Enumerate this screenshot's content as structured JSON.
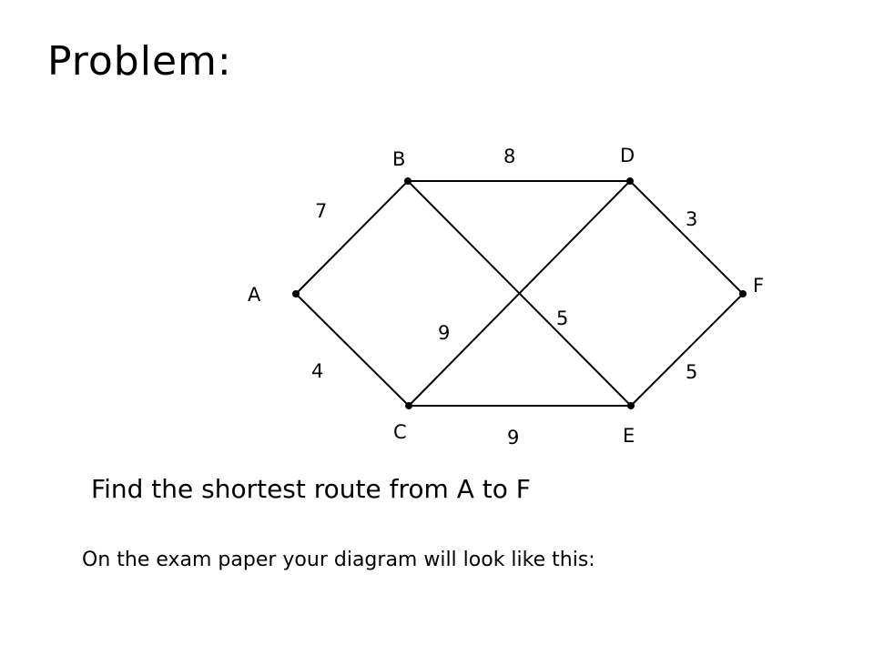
{
  "title": "Problem:",
  "graph": {
    "nodes": [
      {
        "id": "A",
        "label": "A"
      },
      {
        "id": "B",
        "label": "B"
      },
      {
        "id": "C",
        "label": "C"
      },
      {
        "id": "D",
        "label": "D"
      },
      {
        "id": "E",
        "label": "E"
      },
      {
        "id": "F",
        "label": "F"
      }
    ],
    "edges": [
      {
        "from": "A",
        "to": "B",
        "weight": "7"
      },
      {
        "from": "A",
        "to": "C",
        "weight": "4"
      },
      {
        "from": "B",
        "to": "D",
        "weight": "8"
      },
      {
        "from": "B",
        "to": "E",
        "weight": "5"
      },
      {
        "from": "C",
        "to": "D",
        "weight": "9"
      },
      {
        "from": "C",
        "to": "E",
        "weight": "9"
      },
      {
        "from": "D",
        "to": "F",
        "weight": "3"
      },
      {
        "from": "E",
        "to": "F",
        "weight": "5"
      }
    ]
  },
  "instruction": "Find the shortest route from A to F",
  "note": "On the exam paper your diagram will look like this:"
}
